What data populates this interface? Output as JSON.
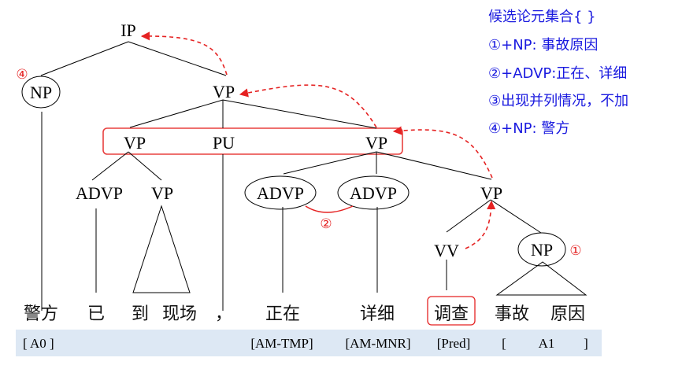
{
  "legend": {
    "title": "候选论元集合{ }",
    "items": [
      "①+NP: 事故原因",
      "②+ADVP:正在、详细",
      "③出现并列情况，不加",
      "④+NP: 警方"
    ]
  },
  "tree": {
    "nodes": {
      "ip": "IP",
      "np_top": "NP",
      "vp_top": "VP",
      "vp_coord_left": "VP",
      "pu": "PU",
      "vp_coord_right": "VP",
      "advp_left": "ADVP",
      "vp_left_child": "VP",
      "advp_mid1": "ADVP",
      "advp_mid2": "ADVP",
      "vp_inner": "VP",
      "vv": "VV",
      "np_obj": "NP"
    },
    "marks": {
      "one": "①",
      "two": "②",
      "four": "④"
    }
  },
  "words": [
    "警方",
    "已",
    "到",
    "现场",
    "，",
    "正在",
    "详细",
    "调查",
    "事故",
    "原因"
  ],
  "roles": [
    "[ A0 ]",
    "[AM-TMP]",
    "[AM-MNR]",
    "[Pred]",
    "[",
    "A1",
    "]"
  ],
  "colors": {
    "legend_text": "#1a1adf",
    "annotation_red": "#e52222",
    "role_band": "#dde8f4",
    "tree_line": "#000000"
  }
}
